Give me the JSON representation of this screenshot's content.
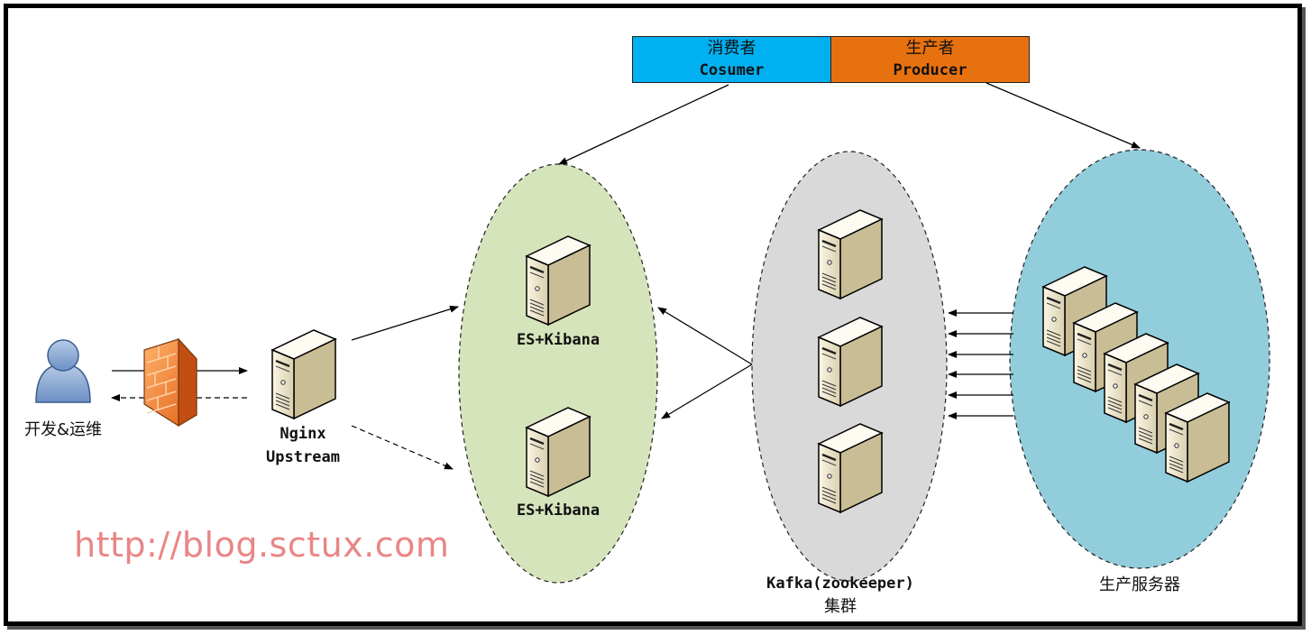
{
  "legend": {
    "consumer": {
      "cn": "消费者",
      "en": "Cosumer",
      "color": "#00b0f0"
    },
    "producer": {
      "cn": "生产者",
      "en": "Producer",
      "color": "#e8710f"
    }
  },
  "nodes": {
    "user": {
      "label": "开发&运维",
      "icon": "user-icon"
    },
    "firewall": {
      "icon": "firewall-icon"
    },
    "nginx": {
      "line1": "Nginx",
      "line2": "Upstream",
      "icon": "server-icon"
    },
    "es_top": {
      "label": "ES+Kibana",
      "icon": "server-icon"
    },
    "es_bottom": {
      "label": "ES+Kibana",
      "icon": "server-icon"
    },
    "kafka": {
      "line1": "Kafka(zookeeper)",
      "line2": "集群",
      "icon": "server-icon"
    },
    "producers": {
      "label": "生产服务器",
      "icon": "server-icon"
    }
  },
  "colors": {
    "es_cluster": "#d6e4bc",
    "kafka_cluster": "#d9d9d9",
    "producer_cluster": "#92cddc"
  },
  "watermark": "http://blog.sctux.com"
}
